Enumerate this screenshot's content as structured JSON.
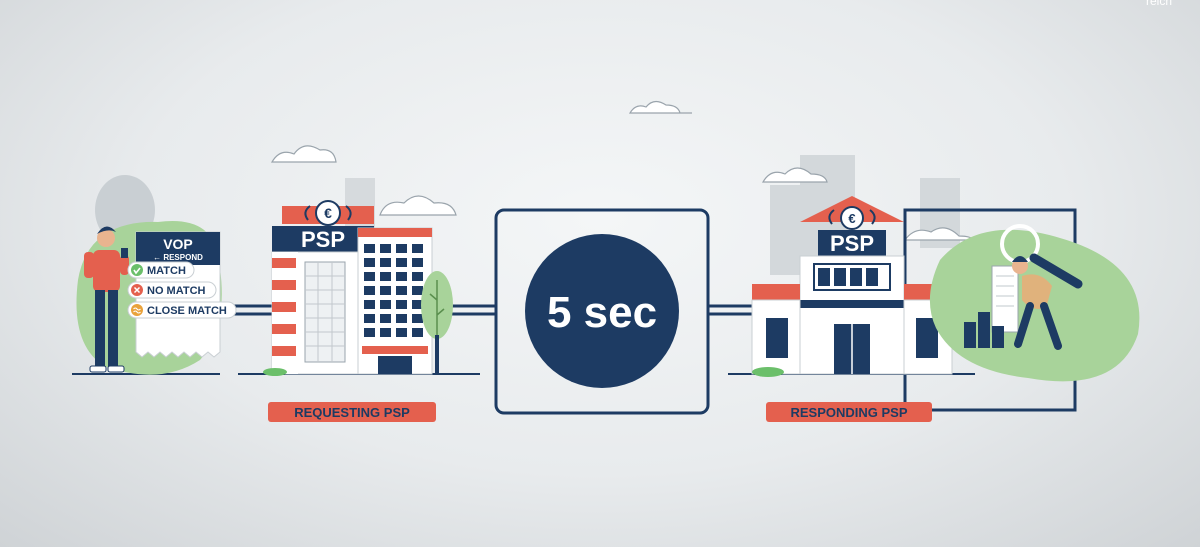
{
  "corner_text": "reicri",
  "vop_card": {
    "title": "VOP",
    "subtitle": "← RESPOND",
    "options": [
      {
        "label": "MATCH",
        "icon": "check-icon",
        "color": "#6bbf6a"
      },
      {
        "label": "NO MATCH",
        "icon": "x-icon",
        "color": "#e4604e"
      },
      {
        "label": "CLOSE MATCH",
        "icon": "approx-icon",
        "color": "#e9a23b"
      }
    ]
  },
  "requesting_building": {
    "sign": "PSP",
    "emblem": "€",
    "label": "REQUESTING PSP"
  },
  "timer": {
    "value": "5 sec"
  },
  "responding_building": {
    "sign": "PSP",
    "emblem": "€",
    "label": "RESPONDING PSP"
  },
  "colors": {
    "navy": "#1d3b63",
    "coral": "#e4604e",
    "green_blob": "#a8d39a"
  }
}
